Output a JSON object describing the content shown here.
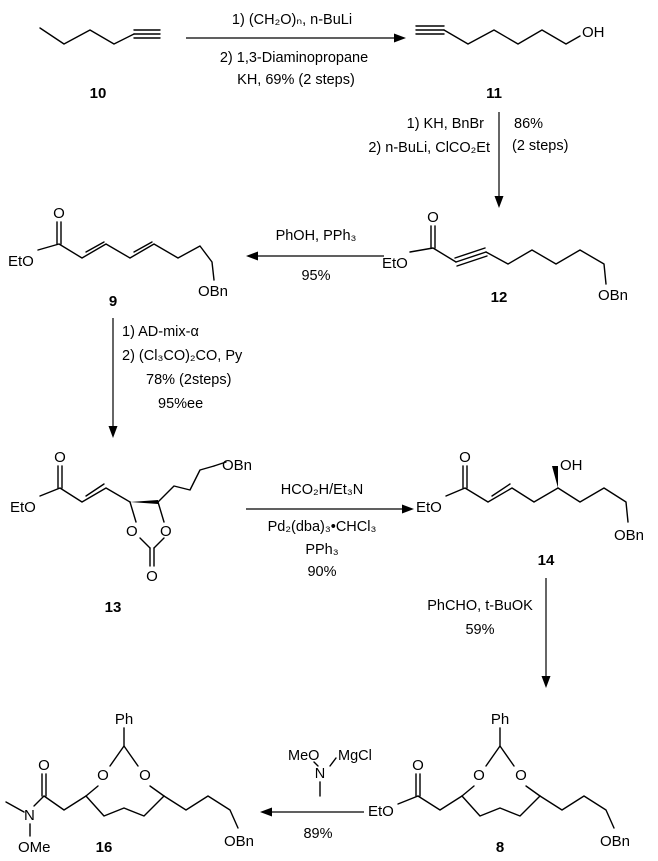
{
  "compounds": [
    {
      "id": "10",
      "label": "10",
      "atoms": []
    },
    {
      "id": "11",
      "label": "11",
      "atoms": [
        "OH"
      ]
    },
    {
      "id": "12",
      "label": "12",
      "atoms": [
        "O",
        "EtO",
        "OBn"
      ]
    },
    {
      "id": "9",
      "label": "9",
      "atoms": [
        "O",
        "EtO",
        "OBn"
      ]
    },
    {
      "id": "13",
      "label": "13",
      "atoms": [
        "O",
        "EtO",
        "OBn",
        "O",
        "O",
        "O"
      ]
    },
    {
      "id": "14",
      "label": "14",
      "atoms": [
        "O",
        "EtO",
        "OH",
        "OBn"
      ]
    },
    {
      "id": "8",
      "label": "8",
      "atoms": [
        "O",
        "EtO",
        "Ph",
        "O",
        "O",
        "OBn"
      ]
    },
    {
      "id": "16",
      "label": "16",
      "atoms": [
        "O",
        "N",
        "OMe",
        "Ph",
        "O",
        "O",
        "OBn"
      ]
    }
  ],
  "steps": [
    {
      "id": "step-10-to-11",
      "conditions": [
        "1) (CH₂O)ₙ, n-BuLi",
        "2) 1,3-Diaminopropane",
        "KH, 69% (2 steps)"
      ]
    },
    {
      "id": "step-11-to-12",
      "conditions": [
        "1) KH, BnBr",
        "2) n-BuLi, ClCO₂Et",
        "86%",
        "(2 steps)"
      ]
    },
    {
      "id": "step-12-to-9",
      "conditions": [
        "PhOH, PPh₃",
        "95%"
      ]
    },
    {
      "id": "step-9-to-13",
      "conditions": [
        "1) AD-mix-α",
        "2) (Cl₃CO)₂CO, Py",
        "78% (2steps)",
        "95%ee"
      ]
    },
    {
      "id": "step-13-to-14",
      "conditions": [
        "HCO₂H/Et₃N",
        "Pd₂(dba)₃•CHCl₃",
        "PPh₃",
        "90%"
      ]
    },
    {
      "id": "step-14-to-8",
      "conditions": [
        "PhCHO, t-BuOK",
        "59%"
      ]
    },
    {
      "id": "step-8-to-16",
      "conditions": [
        "MeO",
        "N",
        "MgCl",
        "89%"
      ]
    }
  ]
}
